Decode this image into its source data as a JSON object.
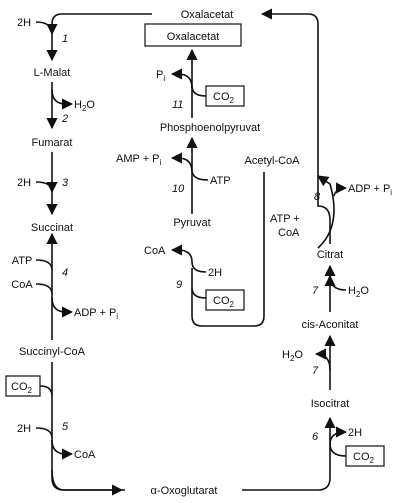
{
  "metabolites": {
    "oxalacetat_top": "Oxalacetat",
    "oxalacetat_box": "Oxalacetat",
    "l_malat": "L-Malat",
    "fumarat": "Fumarat",
    "succinat": "Succinat",
    "succinyl_coa": "Succinyl-CoA",
    "oxoglutarat": "α-Oxoglutarat",
    "isocitrat": "Isocitrat",
    "cis_aconitat": "cis-Aconitat",
    "citrat": "Citrat",
    "acetyl_coa": "Acetyl-CoA",
    "phosphoenolpyruvat": "Phosphoenolpyruvat",
    "pyruvat": "Pyruvat"
  },
  "cofactors": {
    "h2": "2H",
    "h2o": "H",
    "h2o_2": "O",
    "atp": "ATP",
    "coa": "CoA",
    "adp": "ADP + P",
    "amp": "AMP + P",
    "p": "P",
    "i": "i",
    "two": "2",
    "co": "CO",
    "atp_plus": "ATP +"
  },
  "steps": [
    "1",
    "2",
    "3",
    "4",
    "5",
    "6",
    "7",
    "7",
    "8",
    "9",
    "10",
    "11"
  ]
}
